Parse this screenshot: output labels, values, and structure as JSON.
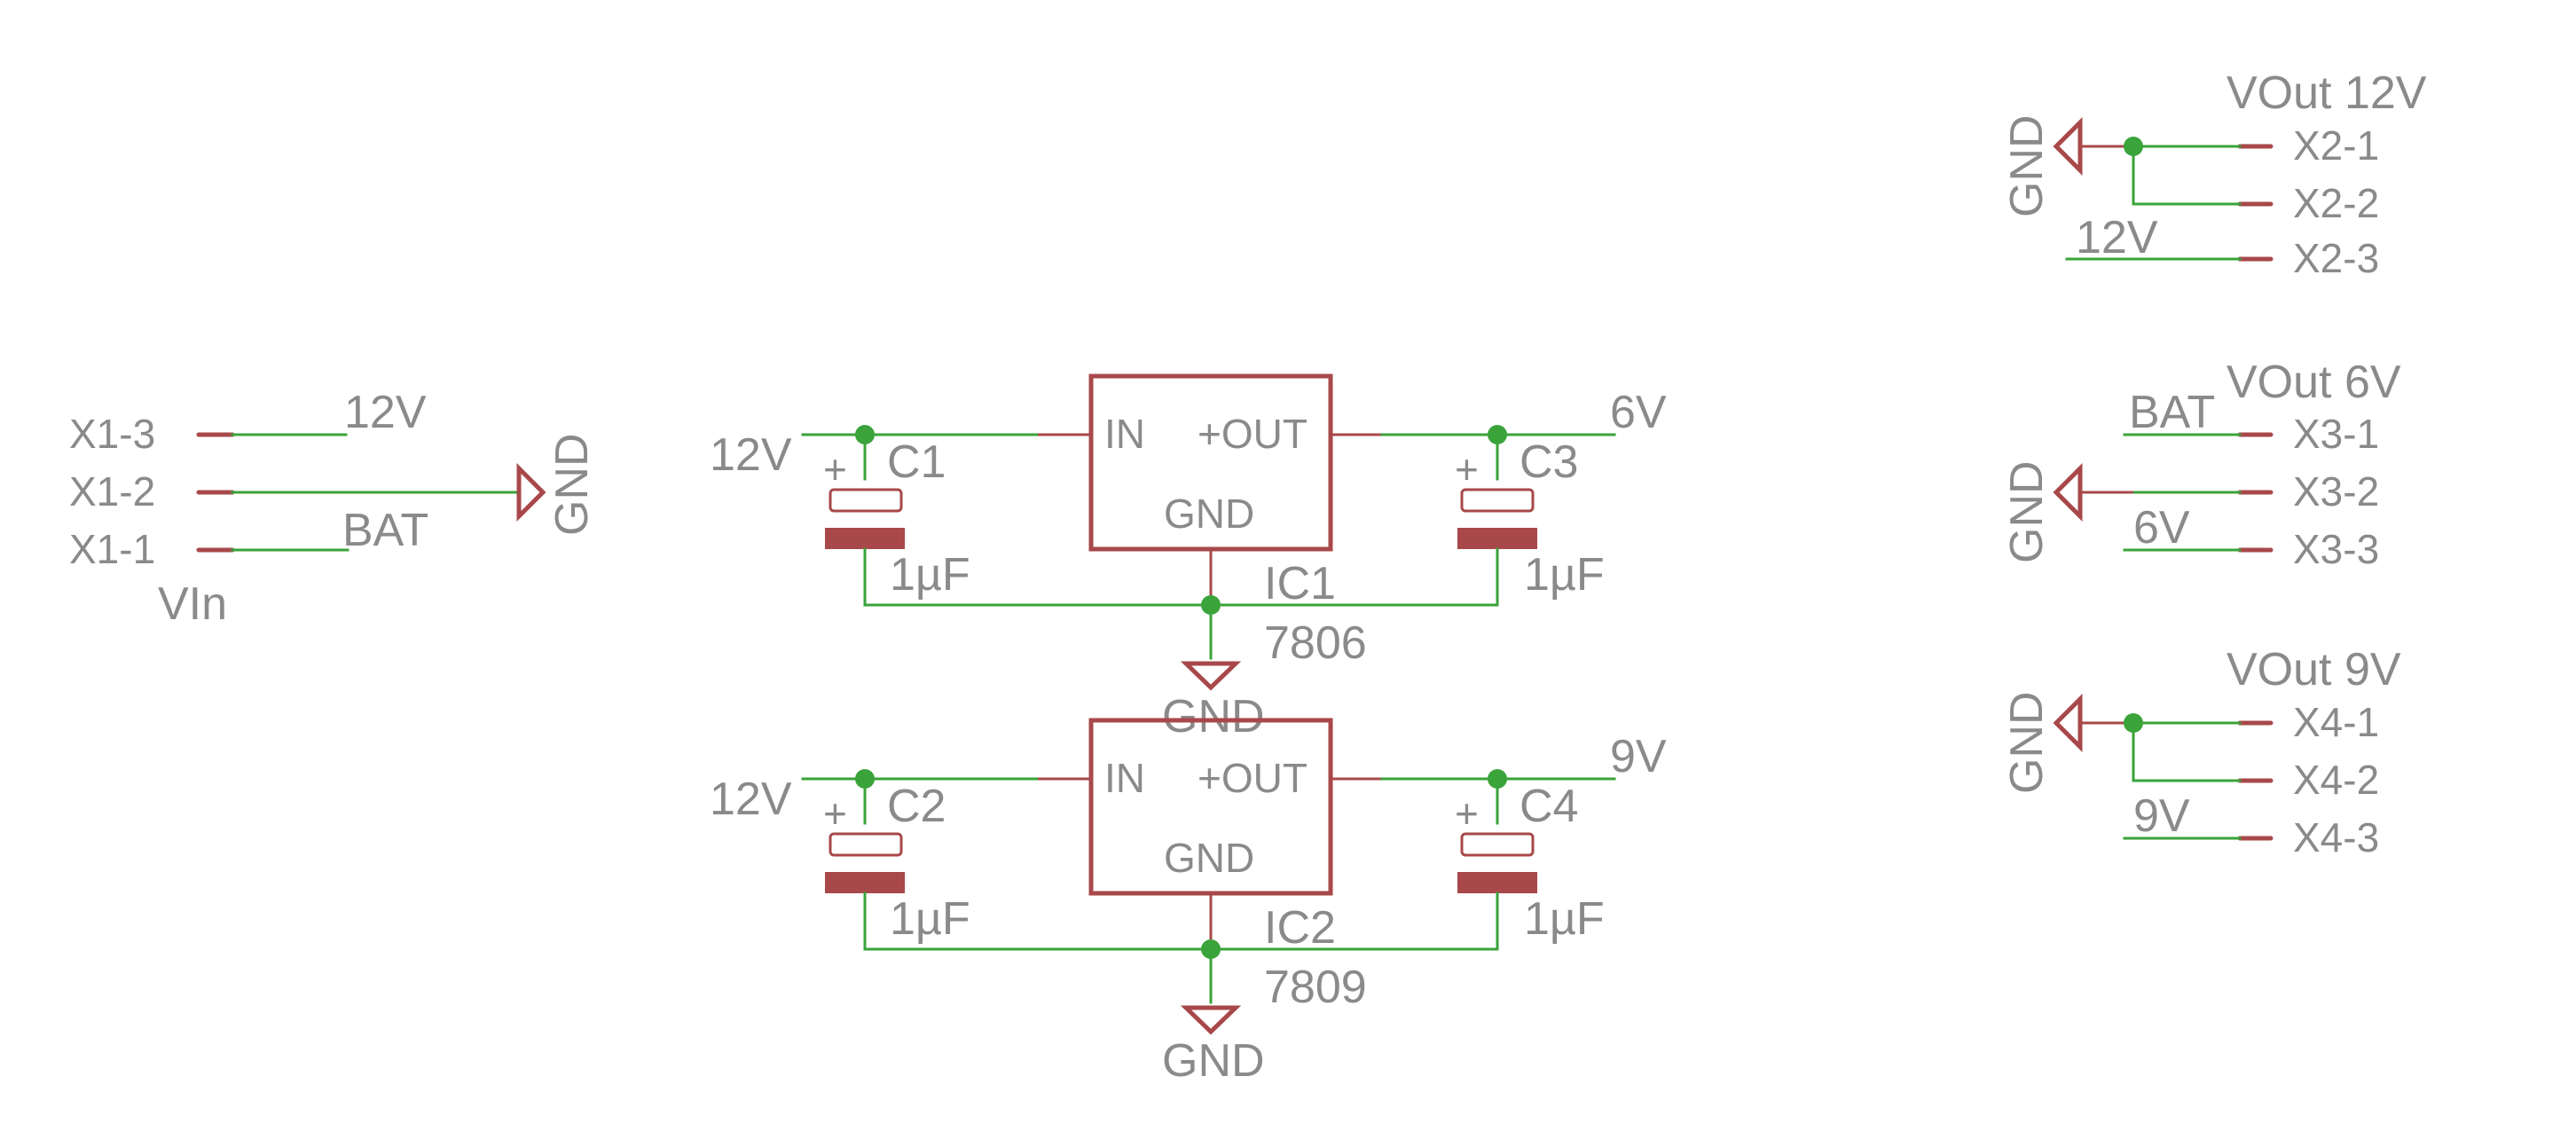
{
  "vin": {
    "title": "VIn",
    "pins": [
      "X1-3",
      "X1-2",
      "X1-1"
    ],
    "net_12v": "12V",
    "net_bat": "BAT",
    "gnd": "GND"
  },
  "regulators": [
    {
      "ic_name": "IC1",
      "ic_value": "7806",
      "pin_in": "IN",
      "pin_out": "+OUT",
      "pin_gnd": "GND",
      "in_net": "12V",
      "out_net": "6V",
      "cap_in": {
        "name": "C1",
        "value": "1µF"
      },
      "cap_out": {
        "name": "C3",
        "value": "1µF"
      },
      "polarity": "+",
      "gnd": "GND"
    },
    {
      "ic_name": "IC2",
      "ic_value": "7809",
      "pin_in": "IN",
      "pin_out": "+OUT",
      "pin_gnd": "GND",
      "in_net": "12V",
      "out_net": "9V",
      "cap_in": {
        "name": "C2",
        "value": "1µF"
      },
      "cap_out": {
        "name": "C4",
        "value": "1µF"
      },
      "polarity": "+",
      "gnd": "GND"
    }
  ],
  "outputs": [
    {
      "title": "VOut 12V",
      "pins": [
        "X2-1",
        "X2-2",
        "X2-3"
      ],
      "gnd": "GND",
      "net": "12V"
    },
    {
      "title": "VOut 6V",
      "pins": [
        "X3-1",
        "X3-2",
        "X3-3"
      ],
      "gnd": "GND",
      "net_bat": "BAT",
      "net": "6V"
    },
    {
      "title": "VOut 9V",
      "pins": [
        "X4-1",
        "X4-2",
        "X4-3"
      ],
      "gnd": "GND",
      "net": "9V"
    }
  ],
  "colors": {
    "wire": "#3aa33a",
    "symbol": "#a8484a",
    "label": "#8a8a8a",
    "background": "#ffffff"
  }
}
